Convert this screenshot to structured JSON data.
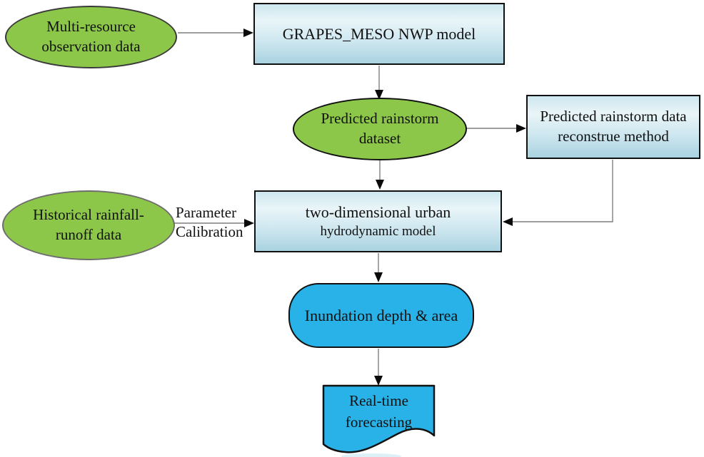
{
  "figure": {
    "type": "flowchart",
    "background": "#ffffff",
    "colors": {
      "green_fill": "#8DC74A",
      "blue_box_gradient_top": "#cde6ef",
      "blue_box_gradient_mid": "#e9f5f8",
      "blue_box_gradient_bottom": "#a9d2e0",
      "cyan_fill": "#29B2E8",
      "outline_dark": "#111111",
      "outline_gray": "#6e6e6e",
      "connector_gray": "#7f7f7f",
      "text": "#111111"
    },
    "nodes": {
      "multi_resource": {
        "shape": "ellipse",
        "lines": [
          "Multi-resource",
          "observation data"
        ]
      },
      "grapes_model": {
        "shape": "rect",
        "lines": [
          "GRAPES_MESO NWP model"
        ]
      },
      "predicted_dataset": {
        "shape": "ellipse",
        "lines": [
          "Predicted rainstorm",
          "dataset"
        ]
      },
      "reconstrue_method": {
        "shape": "rect",
        "lines": [
          "Predicted rainstorm data",
          "reconstrue method"
        ]
      },
      "historical_data": {
        "shape": "ellipse",
        "lines": [
          "Historical rainfall-",
          "runoff data"
        ]
      },
      "hydrodynamic_model": {
        "shape": "rect",
        "lines": [
          "two-dimensional urban",
          "hydrodynamic model"
        ]
      },
      "inundation": {
        "shape": "stadium",
        "lines": [
          "Inundation depth & area"
        ]
      },
      "realtime_forecasting": {
        "shape": "document",
        "lines": [
          "Real-time",
          "forecasting"
        ]
      }
    },
    "edge_label": {
      "lines": [
        "Parameter",
        "Calibration"
      ]
    },
    "edges": [
      {
        "from": "multi_resource",
        "to": "grapes_model"
      },
      {
        "from": "grapes_model",
        "to": "predicted_dataset"
      },
      {
        "from": "predicted_dataset",
        "to": "reconstrue_method"
      },
      {
        "from": "predicted_dataset",
        "to": "hydrodynamic_model"
      },
      {
        "from": "historical_data",
        "to": "hydrodynamic_model",
        "label": "Parameter Calibration"
      },
      {
        "from": "reconstrue_method",
        "to": "hydrodynamic_model"
      },
      {
        "from": "hydrodynamic_model",
        "to": "inundation"
      },
      {
        "from": "inundation",
        "to": "realtime_forecasting"
      }
    ]
  }
}
